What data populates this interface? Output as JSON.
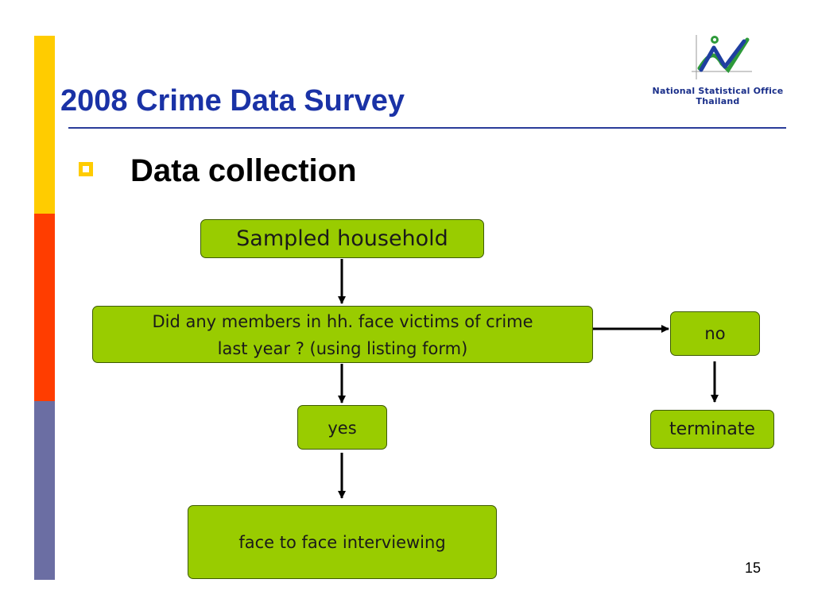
{
  "slide": {
    "title": "2008 Crime Data Survey",
    "section_heading": "Data collection",
    "page_number": "15",
    "colors": {
      "title": "#1a32a6",
      "node_fill": "#99cc00",
      "bar_yellow": "#ffcc00",
      "bar_red": "#ff3d00",
      "bar_purple": "#6b6ea3"
    }
  },
  "logo": {
    "line1": "National Statistical Office",
    "line2": "Thailand"
  },
  "flowchart": {
    "sampled": "Sampled household",
    "question_line1": "Did any members in hh. face victims of crime",
    "question_line2": "last year ?  (using listing form)",
    "no": "no",
    "yes": "yes",
    "terminate": "terminate",
    "interview": "face to face interviewing"
  }
}
